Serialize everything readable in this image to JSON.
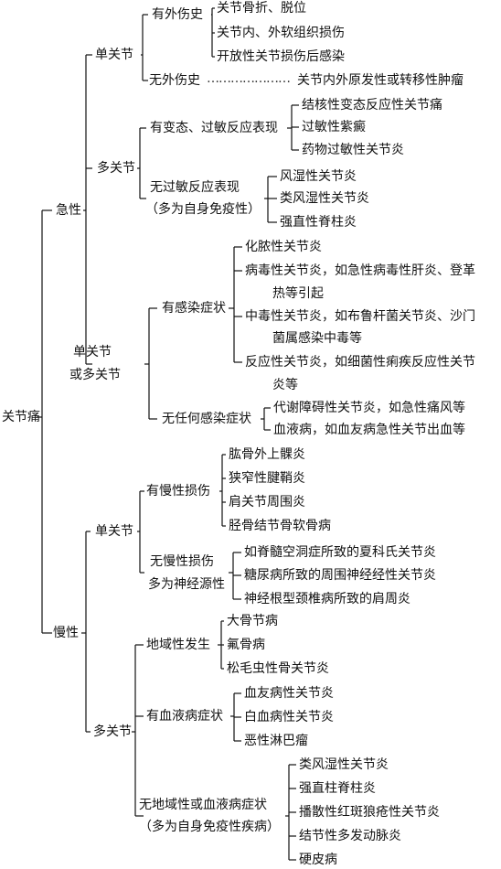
{
  "root": "关节痛",
  "acute": {
    "label": "急性",
    "single": {
      "label": "单关节",
      "trauma": {
        "label": "有外伤史",
        "items": [
          "关节骨折、脱位",
          "关节内、外软组织损伤",
          "开放性关节损伤后感染"
        ]
      },
      "no_trauma": {
        "label": "无外伤史",
        "leader": "…………………",
        "item": "关节内外原发性或转移性肿瘤"
      }
    },
    "multi": {
      "label": "多关节",
      "allergic": {
        "label": "有变态、过敏反应表现",
        "items": [
          "结核性变态反应性关节痛",
          "过敏性紫癜",
          "药物过敏性关节炎"
        ]
      },
      "non_allergic": {
        "label_line1": "无过敏反应表现",
        "label_line2": "（多为自身免疫性）",
        "items": [
          "风湿性关节炎",
          "类风湿性关节炎",
          "强直性脊柱炎"
        ]
      }
    },
    "single_or_multi": {
      "label_line1": "单关节",
      "label_line2": "或多关节",
      "infection": {
        "label": "有感染症状",
        "items": [
          [
            "化脓性关节炎"
          ],
          [
            "病毒性关节炎，如急性病毒性肝炎、登革",
            "热等引起"
          ],
          [
            "中毒性关节炎，如布鲁杆菌关节炎、沙门",
            "菌属感染中毒等"
          ],
          [
            "反应性关节炎，如细菌性痢疾反应性关节",
            "炎等"
          ]
        ]
      },
      "no_infection": {
        "label": "无任何感染症状",
        "items": [
          "代谢障碍性关节炎，如急性痛风等",
          "血液病，如血友病急性关节出血等"
        ]
      }
    }
  },
  "chronic": {
    "label": "慢性",
    "single": {
      "label": "单关节",
      "injury": {
        "label": "有慢性损伤",
        "items": [
          "肱骨外上髁炎",
          "狭窄性腱鞘炎",
          "肩关节周围炎",
          "胫骨结节骨软骨病"
        ]
      },
      "no_injury": {
        "label_line1": "无慢性损伤",
        "label_line2": "多为神经源性",
        "items": [
          "如脊髓空洞症所致的夏科氏关节炎",
          "糖尿病所致的周围神经经性关节炎",
          "神经根型颈椎病所致的肩周炎"
        ]
      }
    },
    "multi": {
      "label": "多关节",
      "endemic": {
        "label": "地域性发生",
        "items": [
          "大骨节病",
          "氟骨病",
          "松毛虫性骨关节炎"
        ]
      },
      "blood": {
        "label": "有血液病症状",
        "items": [
          "血友病性关节炎",
          "白血病性关节炎",
          "恶性淋巴瘤"
        ]
      },
      "none": {
        "label_line1": "无地域性或血液病症状",
        "label_line2": "（多为自身免疫性疾病）",
        "items": [
          "类风湿性关节炎",
          "强直柱脊柱炎",
          "播散性红斑狼疮性关节炎",
          "结节性多发动脉炎",
          "硬皮病"
        ]
      }
    }
  }
}
